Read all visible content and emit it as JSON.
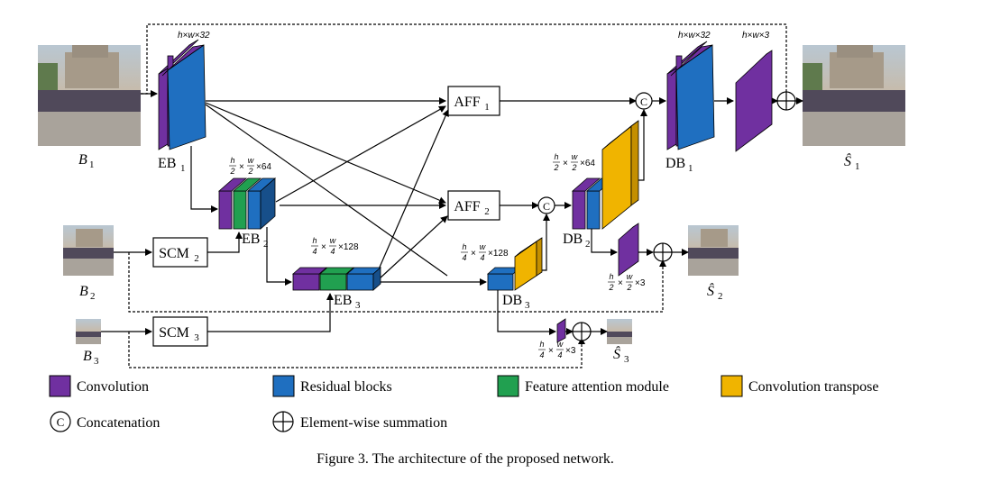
{
  "diagram": {
    "caption": "Figure 3. The architecture of the proposed network.",
    "colors": {
      "convolution": "#7030a0",
      "residual": "#1f6fc0",
      "attention": "#21a050",
      "transpose": "#f0b400",
      "line": "#000000"
    },
    "inputs": {
      "b1": "B",
      "b1_sub": "1",
      "b2": "B",
      "b2_sub": "2",
      "b3": "B",
      "b3_sub": "3"
    },
    "outputs": {
      "s1": "Ŝ",
      "s1_sub": "1",
      "s2": "Ŝ",
      "s2_sub": "2",
      "s3": "Ŝ",
      "s3_sub": "3"
    },
    "blocks": {
      "eb1": "EB",
      "eb1_sub": "1",
      "eb2": "EB",
      "eb2_sub": "2",
      "eb3": "EB",
      "eb3_sub": "3",
      "db1": "DB",
      "db1_sub": "1",
      "db2": "DB",
      "db2_sub": "2",
      "db3": "DB",
      "db3_sub": "3",
      "aff1": "AFF",
      "aff1_sub": "1",
      "aff2": "AFF",
      "aff2_sub": "2",
      "scm2": "SCM",
      "scm2_sub": "2",
      "scm3": "SCM",
      "scm3_sub": "3",
      "concat_symbol": "C"
    },
    "dims": {
      "eb1": "h×w×32",
      "db1": "h×w×32",
      "out1": "h×w×3",
      "eb2_suffix": "×64",
      "db2_suffix": "×64",
      "eb3_suffix": "×128",
      "db3_suffix": "×128",
      "out2_suffix": "×3",
      "out3_suffix": "×3",
      "h": "h",
      "w": "w",
      "two": "2",
      "four": "4",
      "times": "×"
    },
    "legend": {
      "convolution": "Convolution",
      "residual": "Residual blocks",
      "attention": "Feature attention module",
      "transpose": "Convolution transpose",
      "concatenation": "Concatenation",
      "summation": "Element-wise summation"
    }
  }
}
